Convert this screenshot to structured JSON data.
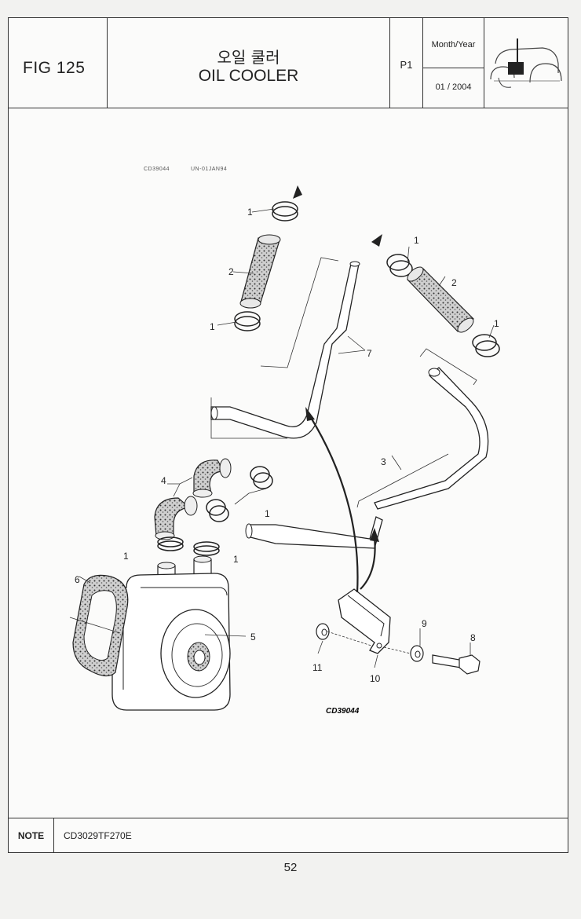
{
  "header": {
    "fig_label": "FIG 125",
    "title_ko": "오일 쿨러",
    "title_en": "OIL COOLER",
    "page_code": "P1",
    "date_label": "Month/Year",
    "date_value": "01 / 2004"
  },
  "drawing": {
    "ref_code_small": "CD39044",
    "ref_date_small": "UN-01JAN94",
    "drawing_code": "CD39044",
    "callouts": [
      "1",
      "2",
      "1",
      "1",
      "2",
      "1",
      "7",
      "3",
      "4",
      "1",
      "1",
      "1",
      "6",
      "5",
      "11",
      "10",
      "9",
      "8"
    ]
  },
  "footer": {
    "note_label": "NOTE",
    "note_text": "CD3029TF270E"
  },
  "page_number": "52"
}
